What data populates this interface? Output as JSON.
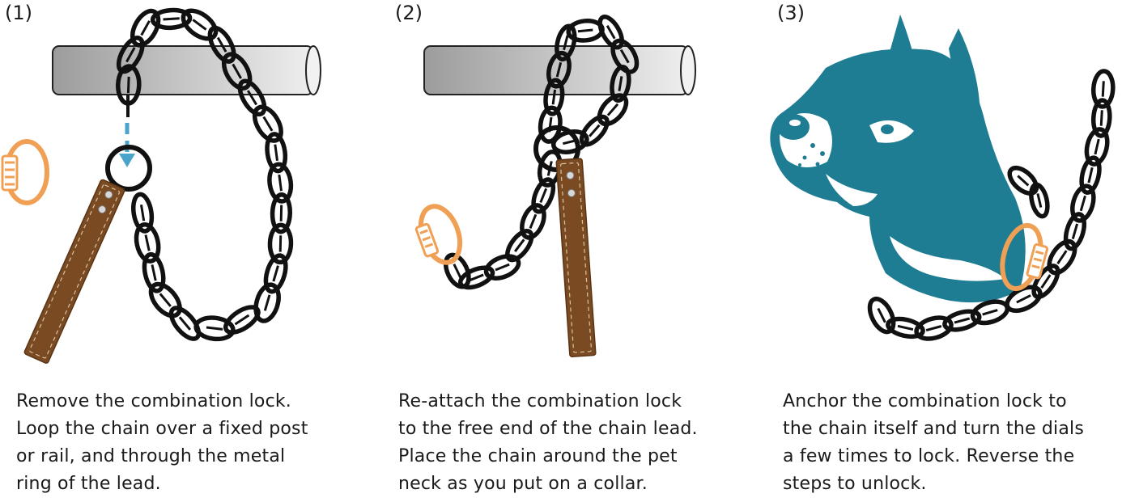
{
  "steps": [
    {
      "number": "(1)",
      "lines": [
        "Remove the combination lock.",
        "Loop the chain over a fixed post",
        "or rail, and through the metal",
        "ring of the lead."
      ]
    },
    {
      "number": "(2)",
      "lines": [
        "Re-attach the combination lock",
        "to the free end of the chain lead.",
        "Place the chain around the pet",
        "neck as you put on a collar."
      ]
    },
    {
      "number": "(3)",
      "lines": [
        "Anchor the combination lock to",
        "the chain itself and turn the dials",
        "a few times to lock. Reverse the",
        "steps to unlock."
      ]
    }
  ],
  "colors": {
    "chain": "#111111",
    "leather": "#7a4a22",
    "lock": "#f0a055",
    "arrow": "#4aa3c8",
    "dog": "#1e7d93",
    "rail": "#c8c8c8"
  },
  "icons": [
    "rail",
    "chain",
    "leather-lead",
    "combination-lock",
    "arrow-down",
    "dog-head"
  ]
}
